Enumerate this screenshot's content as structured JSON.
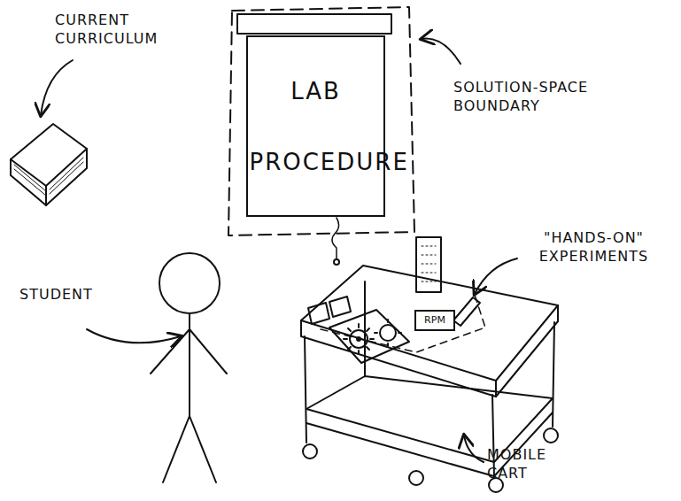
{
  "diagram": {
    "nodes": [
      {
        "text": [
          "LAB PROCEDURE"
        ]
      },
      {
        "text": [
          "RPM"
        ]
      }
    ],
    "labels": [
      "CURRENT CURRICULUM",
      "SOLUTION-SPACE BOUNDARY",
      "STUDENT",
      "\"HANDS-ON\" EXPERIMENTS",
      "MOBILE CART"
    ]
  }
}
